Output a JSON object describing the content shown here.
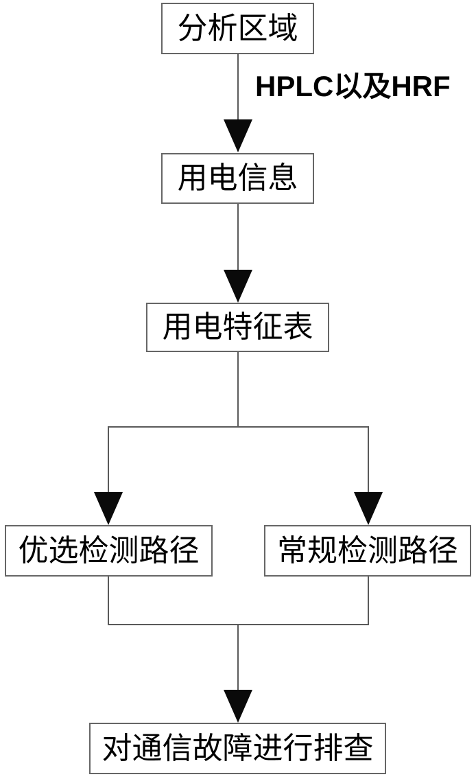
{
  "diagram": {
    "type": "flowchart",
    "colors": {
      "background": "#ffffff",
      "box_border": "#666666",
      "connector_line": "#5a5a5a",
      "arrowhead": "#000000",
      "text": "#000000"
    },
    "nodes": [
      {
        "id": "analysis-area",
        "label": "分析区域"
      },
      {
        "id": "power-usage-info",
        "label": "用电信息"
      },
      {
        "id": "power-usage-feature-table",
        "label": "用电特征表"
      },
      {
        "id": "preferred-detection-path",
        "label": "优选检测路径"
      },
      {
        "id": "conventional-detection-path",
        "label": "常规检测路径"
      },
      {
        "id": "troubleshoot-communication-faults",
        "label": "对通信故障进行排查"
      }
    ],
    "edge_labels": [
      {
        "id": "hplc-hrf",
        "text": "HPLC以及HRF"
      }
    ],
    "edges": [
      {
        "from": "analysis-area",
        "to": "power-usage-info",
        "label": "HPLC以及HRF"
      },
      {
        "from": "power-usage-info",
        "to": "power-usage-feature-table"
      },
      {
        "from": "power-usage-feature-table",
        "to": "preferred-detection-path"
      },
      {
        "from": "power-usage-feature-table",
        "to": "conventional-detection-path"
      },
      {
        "from": "preferred-detection-path",
        "to": "troubleshoot-communication-faults"
      },
      {
        "from": "conventional-detection-path",
        "to": "troubleshoot-communication-faults"
      }
    ]
  }
}
